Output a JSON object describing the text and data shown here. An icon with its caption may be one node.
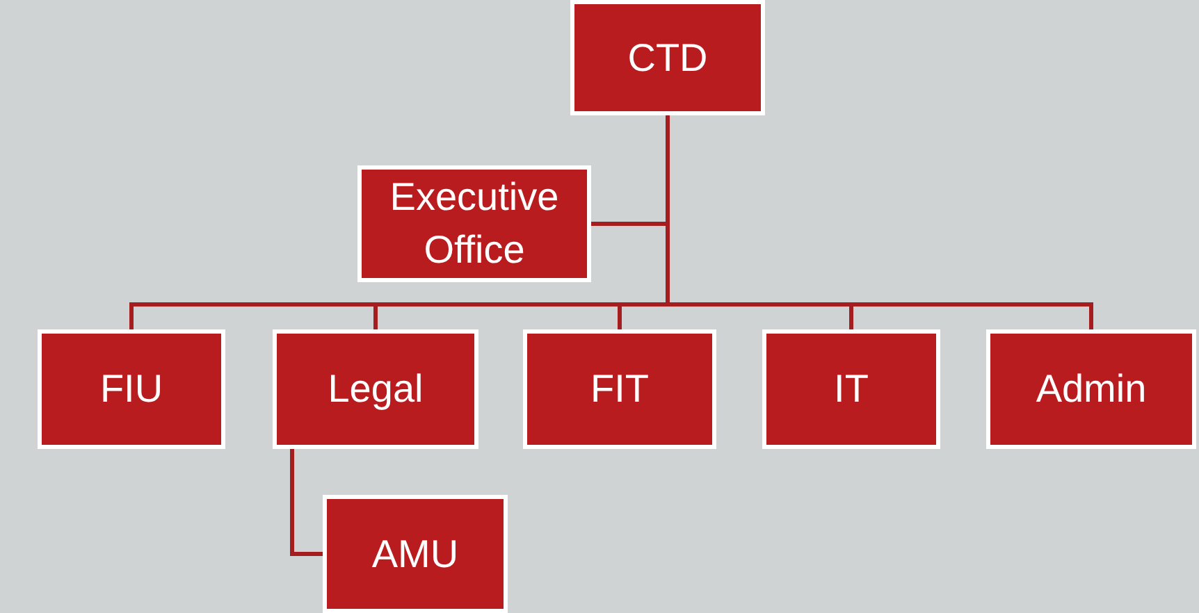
{
  "diagram": {
    "nodes": [
      {
        "text": [
          "CTD"
        ]
      },
      {
        "text": [
          "Executive Office"
        ]
      },
      {
        "text": [
          "FIU"
        ]
      },
      {
        "text": [
          "Legal"
        ]
      },
      {
        "text": [
          "FIT"
        ]
      },
      {
        "text": [
          "IT"
        ]
      },
      {
        "text": [
          "Admin"
        ]
      },
      {
        "text": [
          "AMU"
        ]
      }
    ],
    "edges": [
      {
        "from": 0,
        "to": 1,
        "arrow": "none"
      },
      {
        "from": 0,
        "to": 2,
        "arrow": "none"
      },
      {
        "from": 0,
        "to": 3,
        "arrow": "none"
      },
      {
        "from": 0,
        "to": 4,
        "arrow": "none"
      },
      {
        "from": 0,
        "to": 5,
        "arrow": "none"
      },
      {
        "from": 0,
        "to": 6,
        "arrow": "none"
      },
      {
        "from": 3,
        "to": 7,
        "arrow": "none"
      }
    ]
  }
}
